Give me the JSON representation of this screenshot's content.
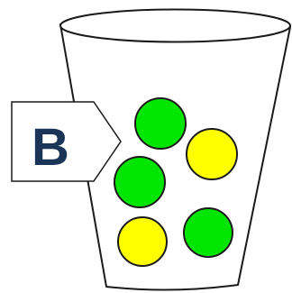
{
  "diagram": {
    "label": "B",
    "colors": {
      "outline": "#1a1a1a",
      "cup_fill": "#ffffff",
      "tag_fill": "#ffffff",
      "label_text": "#1a3558",
      "green": "#00e600",
      "yellow": "#ffff00"
    },
    "balls": [
      {
        "name": "green-ball-1",
        "color": "green"
      },
      {
        "name": "yellow-ball-1",
        "color": "yellow"
      },
      {
        "name": "green-ball-2",
        "color": "green"
      },
      {
        "name": "yellow-ball-2",
        "color": "yellow"
      },
      {
        "name": "green-ball-3",
        "color": "green"
      }
    ]
  }
}
